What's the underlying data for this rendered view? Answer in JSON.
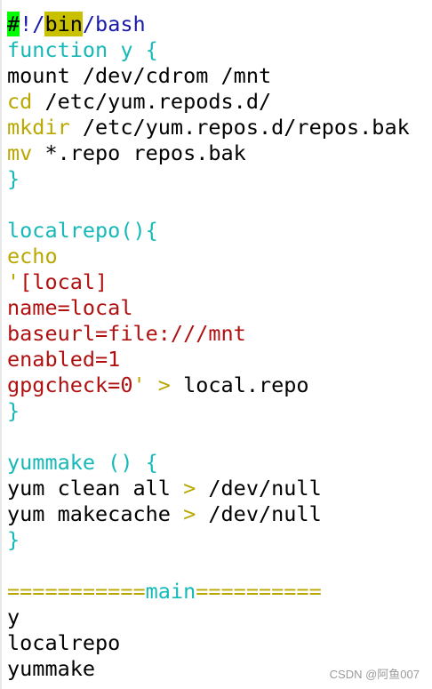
{
  "colors": {
    "plain": "#000000",
    "shebang": "#1a1aa8",
    "keyword": "#16b8b8",
    "command": "#b8a800",
    "string": "#b01010",
    "cursor": "#00ff00",
    "search_highlight": "#c9c000"
  },
  "lines": [
    {
      "segments": [
        {
          "text": "#",
          "style": "cursor"
        },
        {
          "text": "!/",
          "color": "shebang"
        },
        {
          "text": "bin",
          "style": "hl"
        },
        {
          "text": "/bash",
          "color": "shebang"
        }
      ]
    },
    {
      "segments": [
        {
          "text": "function y {",
          "color": "keyword"
        }
      ]
    },
    {
      "segments": [
        {
          "text": "mount /dev/cdrom /mnt",
          "color": "plain"
        }
      ]
    },
    {
      "segments": [
        {
          "text": "cd",
          "color": "command"
        },
        {
          "text": " /etc/yum.repods.d/",
          "color": "plain"
        }
      ]
    },
    {
      "segments": [
        {
          "text": "mkdir",
          "color": "command"
        },
        {
          "text": " /etc/yum.repos.d/repos.bak",
          "color": "plain"
        }
      ]
    },
    {
      "segments": [
        {
          "text": "mv",
          "color": "command"
        },
        {
          "text": " *.repo repos.bak",
          "color": "plain"
        }
      ]
    },
    {
      "segments": [
        {
          "text": "}",
          "color": "keyword"
        }
      ]
    },
    {
      "segments": []
    },
    {
      "segments": [
        {
          "text": "localrepo(){",
          "color": "keyword"
        }
      ]
    },
    {
      "segments": [
        {
          "text": "echo",
          "color": "command"
        }
      ]
    },
    {
      "segments": [
        {
          "text": "'",
          "color": "command"
        },
        {
          "text": "[local]",
          "color": "string"
        }
      ]
    },
    {
      "segments": [
        {
          "text": "name=local",
          "color": "string"
        }
      ]
    },
    {
      "segments": [
        {
          "text": "baseurl=file:///mnt",
          "color": "string"
        }
      ]
    },
    {
      "segments": [
        {
          "text": "enabled=1",
          "color": "string"
        }
      ]
    },
    {
      "segments": [
        {
          "text": "gpgcheck=0",
          "color": "string"
        },
        {
          "text": "'",
          "color": "command"
        },
        {
          "text": " ",
          "color": "plain"
        },
        {
          "text": ">",
          "color": "command"
        },
        {
          "text": " local.repo",
          "color": "plain"
        }
      ]
    },
    {
      "segments": [
        {
          "text": "}",
          "color": "keyword"
        }
      ]
    },
    {
      "segments": []
    },
    {
      "segments": [
        {
          "text": "yummake () {",
          "color": "keyword"
        }
      ]
    },
    {
      "segments": [
        {
          "text": "yum clean all ",
          "color": "plain"
        },
        {
          "text": ">",
          "color": "command"
        },
        {
          "text": " /dev/null",
          "color": "plain"
        }
      ]
    },
    {
      "segments": [
        {
          "text": "yum makecache ",
          "color": "plain"
        },
        {
          "text": ">",
          "color": "command"
        },
        {
          "text": " /dev/null",
          "color": "plain"
        }
      ]
    },
    {
      "segments": [
        {
          "text": "}",
          "color": "keyword"
        }
      ]
    },
    {
      "segments": []
    },
    {
      "segments": [
        {
          "text": "===========",
          "color": "command"
        },
        {
          "text": "main",
          "color": "keyword"
        },
        {
          "text": "==========",
          "color": "command"
        }
      ]
    },
    {
      "segments": [
        {
          "text": "y",
          "color": "plain"
        }
      ]
    },
    {
      "segments": [
        {
          "text": "localrepo",
          "color": "plain"
        }
      ]
    },
    {
      "segments": [
        {
          "text": "yummake",
          "color": "plain"
        }
      ]
    }
  ],
  "watermark": "CSDN @阿鱼007"
}
